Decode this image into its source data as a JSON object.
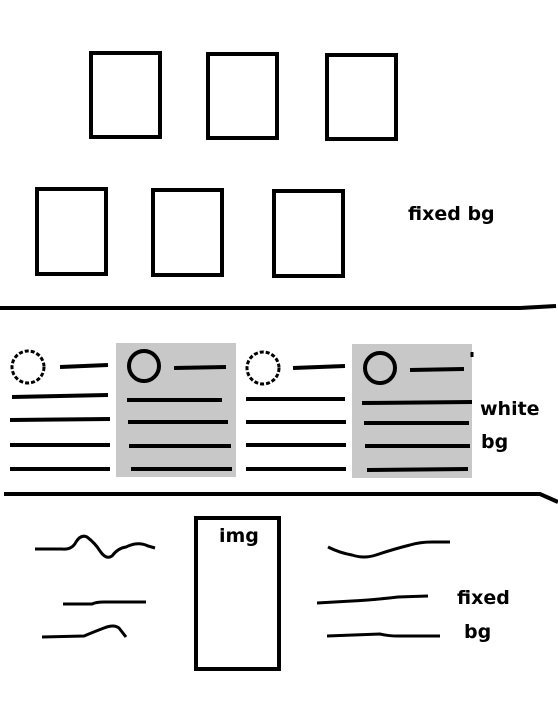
{
  "sections": {
    "top": {
      "label": "fixed bg"
    },
    "middle": {
      "label_line1": "white",
      "label_line2": "bg"
    },
    "bottom": {
      "img_label": "img",
      "label_line1": "fixed",
      "label_line2": "bg"
    }
  },
  "colors": {
    "stroke": "#000000",
    "card_highlight": "#c8c8c8",
    "background": "#ffffff"
  }
}
